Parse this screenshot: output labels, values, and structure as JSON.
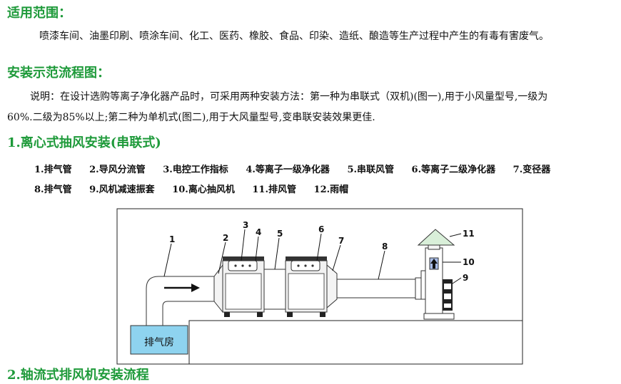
{
  "scope": {
    "title": "适用范围：",
    "text": "喷漆车间、油墨印刷、喷涂车间、化工、医药、橡胶、食品、印染、造纸、酿造等生产过程中产生的有毒有害废气。"
  },
  "install": {
    "title": "安装示范流程图：",
    "note_line1": "说明：在设计选购等离子净化器产品时，可采用两种安装方法：第一种为串联式（双机)(图一),用于小风量型号,一级为",
    "note_line2": "60%.二级为85%以上;第二种为单机式(图二),用于大风量型号,变串联安装效果更佳."
  },
  "section1": {
    "title": "1.离心式抽风安装(串联式)",
    "legend": [
      "1.排气管",
      "2.导风分流管",
      "3.电控工作指标",
      "4.等离子一级净化器",
      "5.串联风管",
      "6.等离子二级净化器",
      "7.变径器",
      "8.排气管",
      "9.风机减速振套",
      "10.离心抽风机",
      "11.排风管",
      "12.雨帽"
    ]
  },
  "diagram": {
    "box_label": "排气房",
    "callouts": [
      "1",
      "2",
      "3",
      "4",
      "5",
      "6",
      "7",
      "8",
      "9",
      "10",
      "11"
    ]
  },
  "section2": {
    "title": "2.轴流式排风机安装流程"
  },
  "colors": {
    "heading": "#1e9a3a",
    "room_fill": "#8ed3ef",
    "accent_blue": "#a9bde8",
    "purifier_dark": "#333333"
  }
}
